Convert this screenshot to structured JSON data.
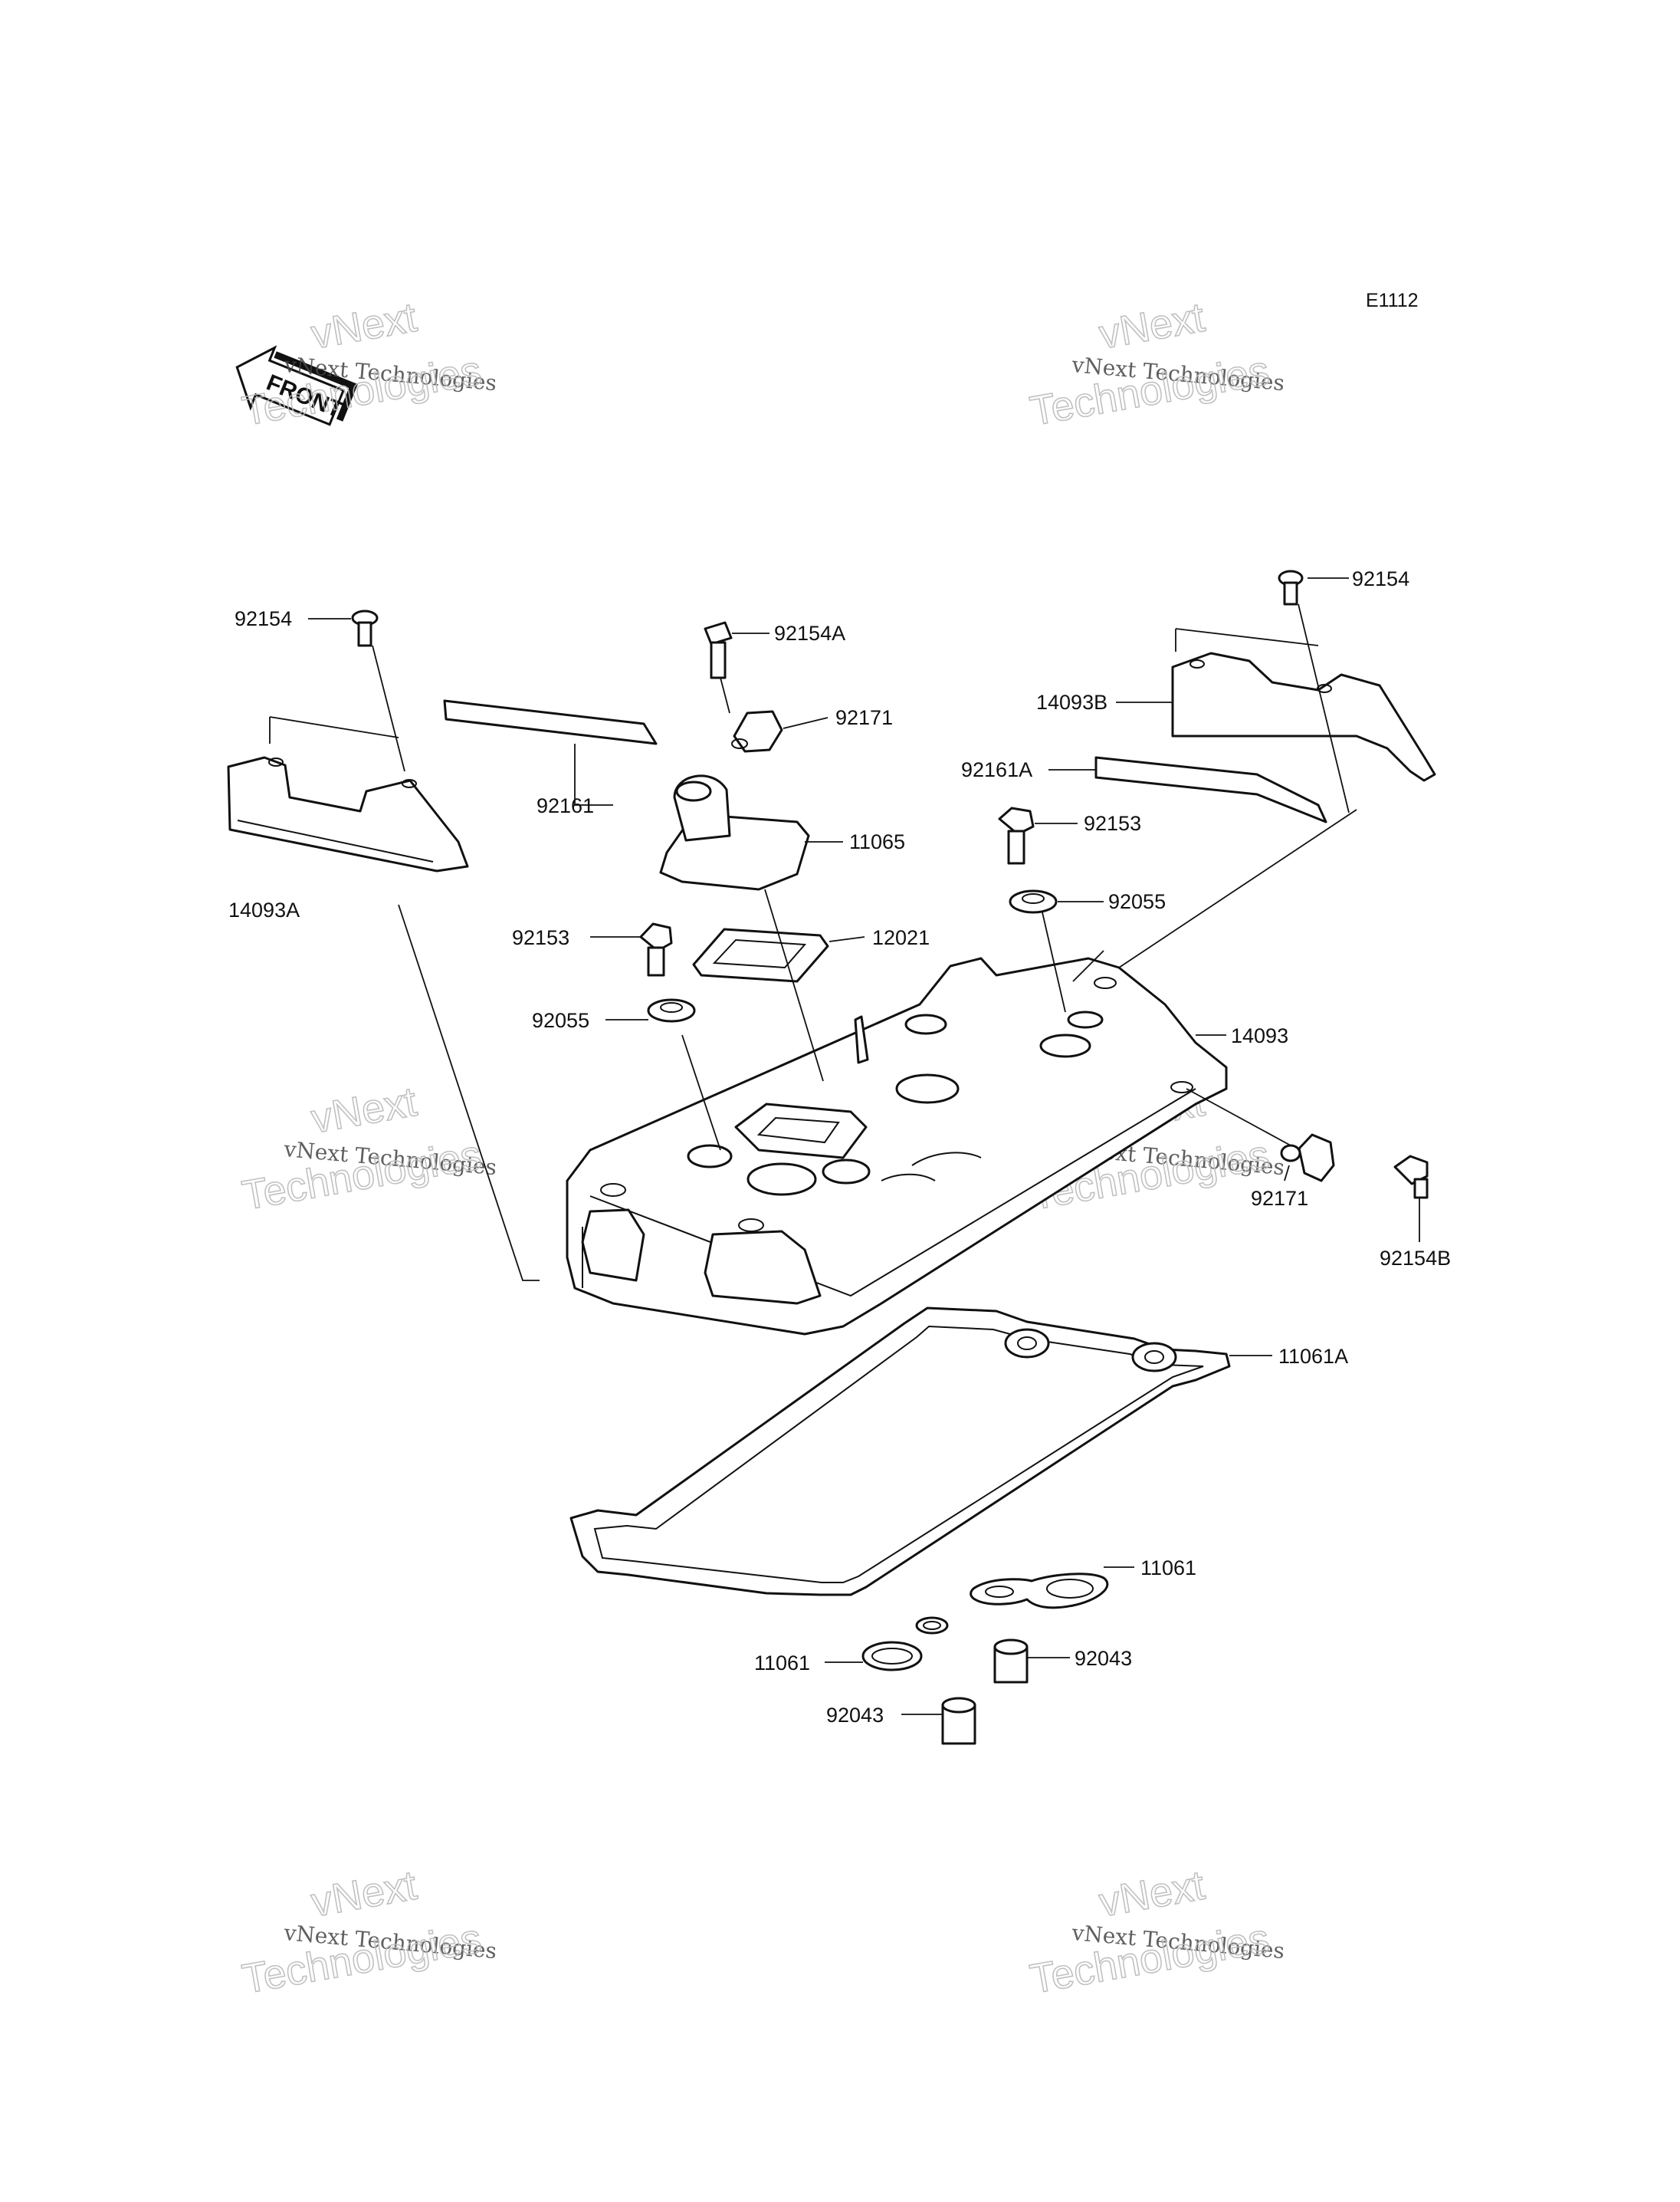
{
  "diagram_code": "E1112",
  "front_label": "FRONT",
  "watermark": {
    "line1": "vNext Technologies",
    "line2": "vNext",
    "line3": "Technologies"
  },
  "part_labels": {
    "p92154_left": "92154",
    "p92154A": "92154A",
    "p92171_top": "92171",
    "p92161": "92161",
    "p11065": "11065",
    "p14093A": "14093A",
    "p92153_left": "92153",
    "p12021": "12021",
    "p92055_left": "92055",
    "p92154_right": "92154",
    "p14093B": "14093B",
    "p92161A": "92161A",
    "p92153_right": "92153",
    "p92055_right": "92055",
    "p14093": "14093",
    "p92171_right": "92171",
    "p92154B": "92154B",
    "p11061A": "11061A",
    "p11061_right": "11061",
    "p11061_left": "11061",
    "p92043_right": "92043",
    "p92043_left": "92043"
  }
}
